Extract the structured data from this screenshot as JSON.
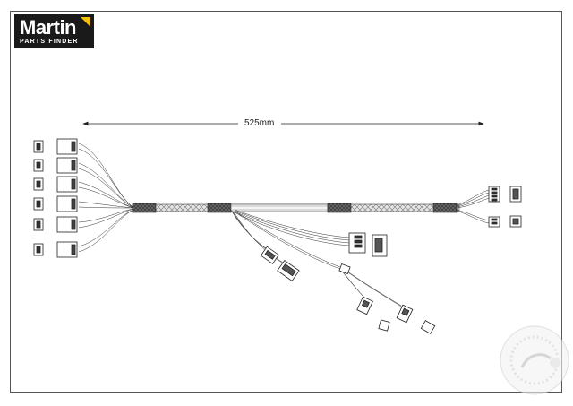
{
  "logo": {
    "brand": "Martin",
    "subtitle": "PARTS FINDER",
    "accent_color": "#f2c200"
  },
  "diagram": {
    "dimension_label": "525mm"
  },
  "colors": {
    "line": "#222222",
    "sleeve_dark": "#555555",
    "sleeve_light": "#dddddd"
  }
}
